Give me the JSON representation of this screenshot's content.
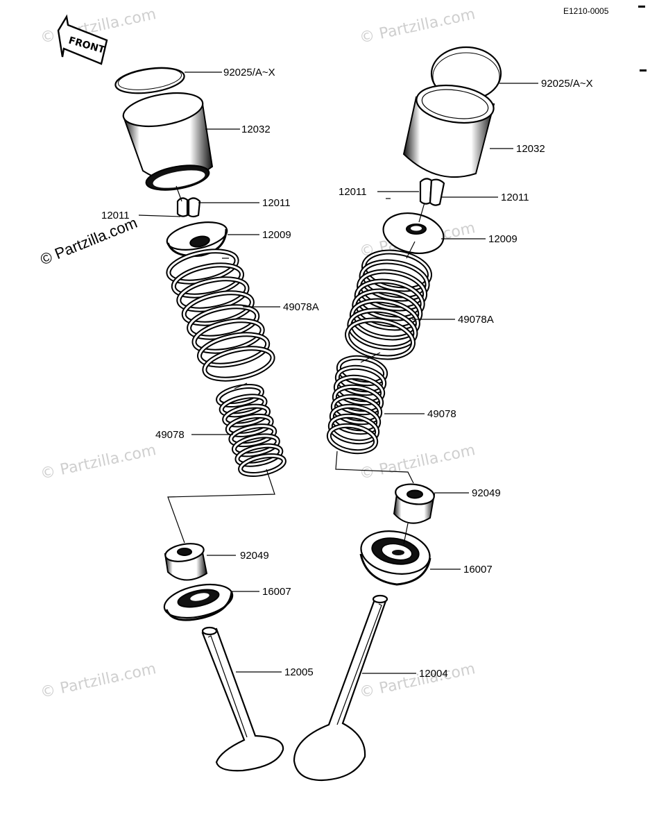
{
  "diagram_code": "E1210-0005",
  "front_label": "FRONT",
  "watermark": "© Partzilla.com",
  "labels": {
    "shim_left": "92025/A~X",
    "shim_right": "92025/A~X",
    "lifter_left": "12032",
    "lifter_right": "12032",
    "cotter_left_a": "12011",
    "cotter_left_b": "12011",
    "cotter_right_a": "12011",
    "cotter_right_b": "12011",
    "retainer_left": "12009",
    "retainer_right": "12009",
    "outer_spring_left": "49078A",
    "outer_spring_right": "49078A",
    "inner_spring_left": "49078",
    "inner_spring_right": "49078",
    "seal_left": "92049",
    "seal_right": "92049",
    "seat_left": "16007",
    "seat_right": "16007",
    "valve_exhaust": "12005",
    "valve_intake": "12004"
  }
}
